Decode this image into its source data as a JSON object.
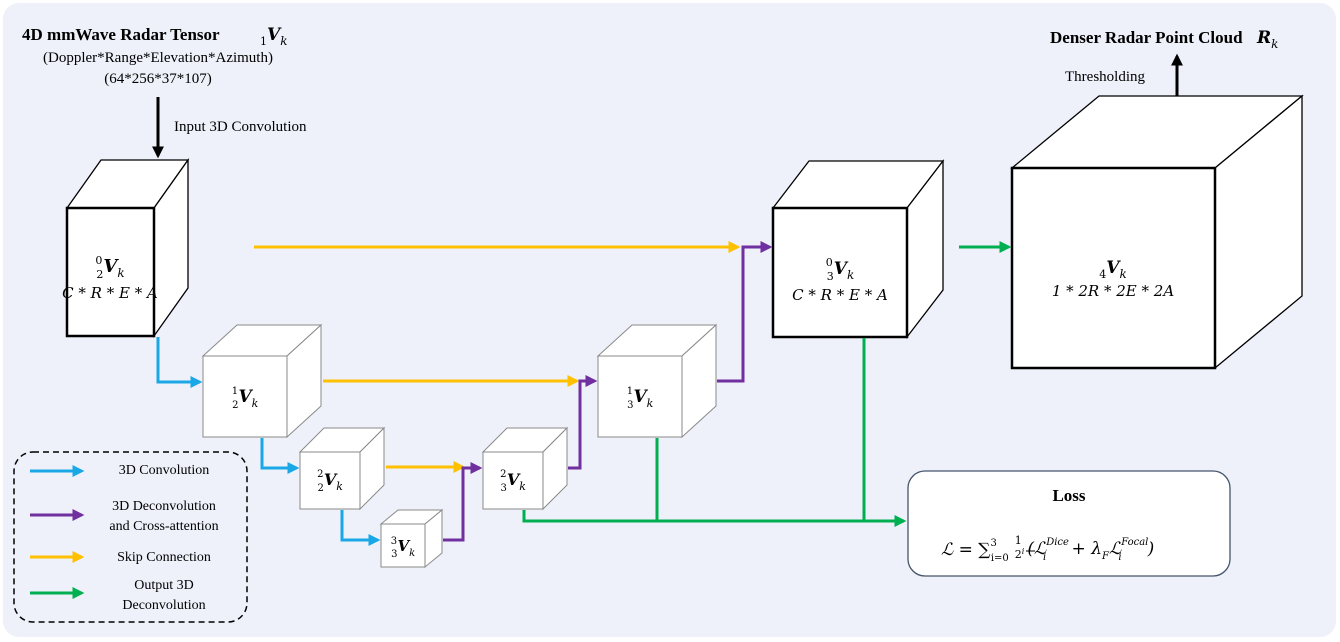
{
  "colors": {
    "conv": "#1aa7e6",
    "deconv": "#7030a0",
    "skip": "#ffc000",
    "output": "#00b050",
    "arrow_black": "#000000"
  },
  "input": {
    "title": "4D mmWave Radar Tensor",
    "symbol_sub": "1",
    "symbol": "V",
    "symbol_k": "k",
    "dims": "(Doppler*Range*Elevation*Azimuth)",
    "size": "(64*256*37*107)",
    "arrow_label": "Input 3D Convolution"
  },
  "output": {
    "title": "Denser Radar Point Cloud",
    "symbol": "R",
    "symbol_k": "k",
    "arrow_label": "Thresholding"
  },
  "cubes": {
    "c20": {
      "sup": "0",
      "sub": "2",
      "name": "V",
      "k": "k",
      "formula": "C * R * E * A"
    },
    "c21": {
      "sup": "1",
      "sub": "2",
      "name": "V",
      "k": "k"
    },
    "c22": {
      "sup": "2",
      "sub": "2",
      "name": "V",
      "k": "k"
    },
    "c33": {
      "sup": "3",
      "sub": "3",
      "name": "V",
      "k": "k"
    },
    "c32": {
      "sup": "2",
      "sub": "3",
      "name": "V",
      "k": "k"
    },
    "c31": {
      "sup": "1",
      "sub": "3",
      "name": "V",
      "k": "k"
    },
    "c30": {
      "sup": "0",
      "sub": "3",
      "name": "V",
      "k": "k",
      "formula": "C * R * E * A"
    },
    "c4": {
      "sub": "4",
      "name": "V",
      "k": "k",
      "formula": "1 * 2R * 2E * 2A"
    }
  },
  "legend": {
    "items": [
      {
        "label": "3D Convolution"
      },
      {
        "label": "3D Deconvolution",
        "label2": "and Cross-attention"
      },
      {
        "label": "Skip Connection"
      },
      {
        "label": "Output 3D",
        "label2": "Deconvolution"
      }
    ]
  },
  "loss": {
    "title": "Loss",
    "lhs": "ℒ = ",
    "sum": "∑",
    "sum_sup": "3",
    "sum_sub": "i=0",
    "frac_num": "1",
    "frac_den": "2",
    "frac_den_sup": "i",
    "open": "(ℒ",
    "dice_sup": "Dice",
    "dice_sub": "i",
    "plus": " + λ",
    "lambda_sub": "F",
    "focal_l": "ℒ",
    "focal_sup": "Focal",
    "focal_sub": "i",
    "close": ")"
  }
}
